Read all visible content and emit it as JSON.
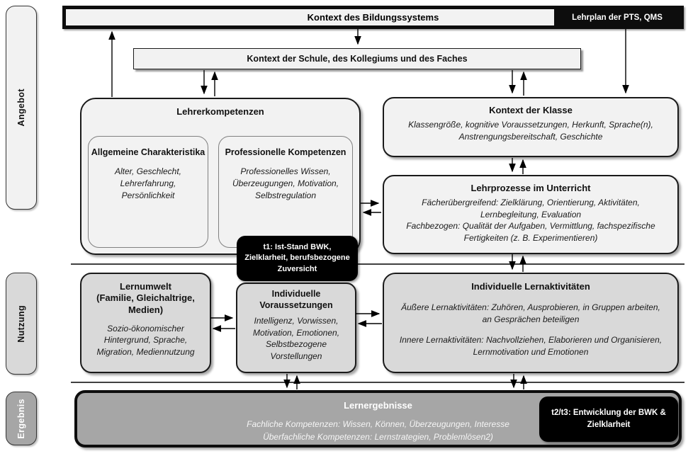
{
  "palette": {
    "box_light": "#f2f2f2",
    "box_mid": "#d9d9d9",
    "box_dark": "#a6a6a6",
    "badge_black": "#000000"
  },
  "side_labels": {
    "angebot": "Angebot",
    "nutzung": "Nutzung",
    "ergebnis": "Ergebnis"
  },
  "top_bar": {
    "title": "Kontext des Bildungssystems",
    "tag": "Lehrplan der PTS, QMS"
  },
  "school_bar": {
    "title": "Kontext der Schule, des Kollegiums und des Faches"
  },
  "lehrerkompetenzen": {
    "title": "Lehrerkompetenzen",
    "allgemeine": {
      "title": "Allgemeine Charakteristika",
      "items": "Alter, Geschlecht, Lehrerfahrung, Persönlichkeit"
    },
    "professionelle": {
      "title": "Professionelle Kompetenzen",
      "items": "Professionelles Wissen, Überzeugungen, Motivation, Selbstregulation"
    }
  },
  "kontext_klasse": {
    "title": "Kontext der Klasse",
    "items": "Klassengröße, kognitive Voraussetzungen, Herkunft, Sprache(n), Anstrengungsbereitschaft, Geschichte"
  },
  "lehrprozesse": {
    "title": "Lehrprozesse im Unterricht",
    "line1": "Fächerübergreifend: Zielklärung, Orientierung, Aktivitäten, Lernbegleitung, Evaluation",
    "line2": "Fachbezogen: Qualität der Aufgaben, Vermittlung, fachspezifische Fertigkeiten (z. B. Experimentieren)"
  },
  "t1_badge": {
    "text": "t1: Ist-Stand BWK, Zielklarheit, berufsbezogene Zuversicht"
  },
  "lernumwelt": {
    "title": "Lernumwelt",
    "subtitle": "(Familie, Gleichaltrige, Medien)",
    "items": "Sozio-ökonomischer Hintergrund, Sprache, Migration, Mediennutzung"
  },
  "individuelle_voraussetzungen": {
    "title": "Individuelle Voraussetzungen",
    "items": "Intelligenz, Vorwissen, Motivation, Emotionen, Selbstbezogene Vorstellungen"
  },
  "individuelle_lernaktivitaeten": {
    "title": "Individuelle Lernaktivitäten",
    "line1": "Äußere Lernaktivitäten: Zuhören, Ausprobieren, in Gruppen arbeiten, an Gesprächen beteiligen",
    "line2": "Innere Lernaktivitäten: Nachvollziehen, Elaborieren und Organisieren, Lernmotivation und Emotionen"
  },
  "lernergebnisse": {
    "title": "Lernergebnisse",
    "line1": "Fachliche Kompetenzen: Wissen, Können, Überzeugungen, Interesse",
    "line2": "Überfachliche Kompetenzen: Lernstrategien, Problemlösen2)"
  },
  "t2_badge": {
    "text": "t2/t3: Entwicklung der BWK & Zielklarheit"
  }
}
